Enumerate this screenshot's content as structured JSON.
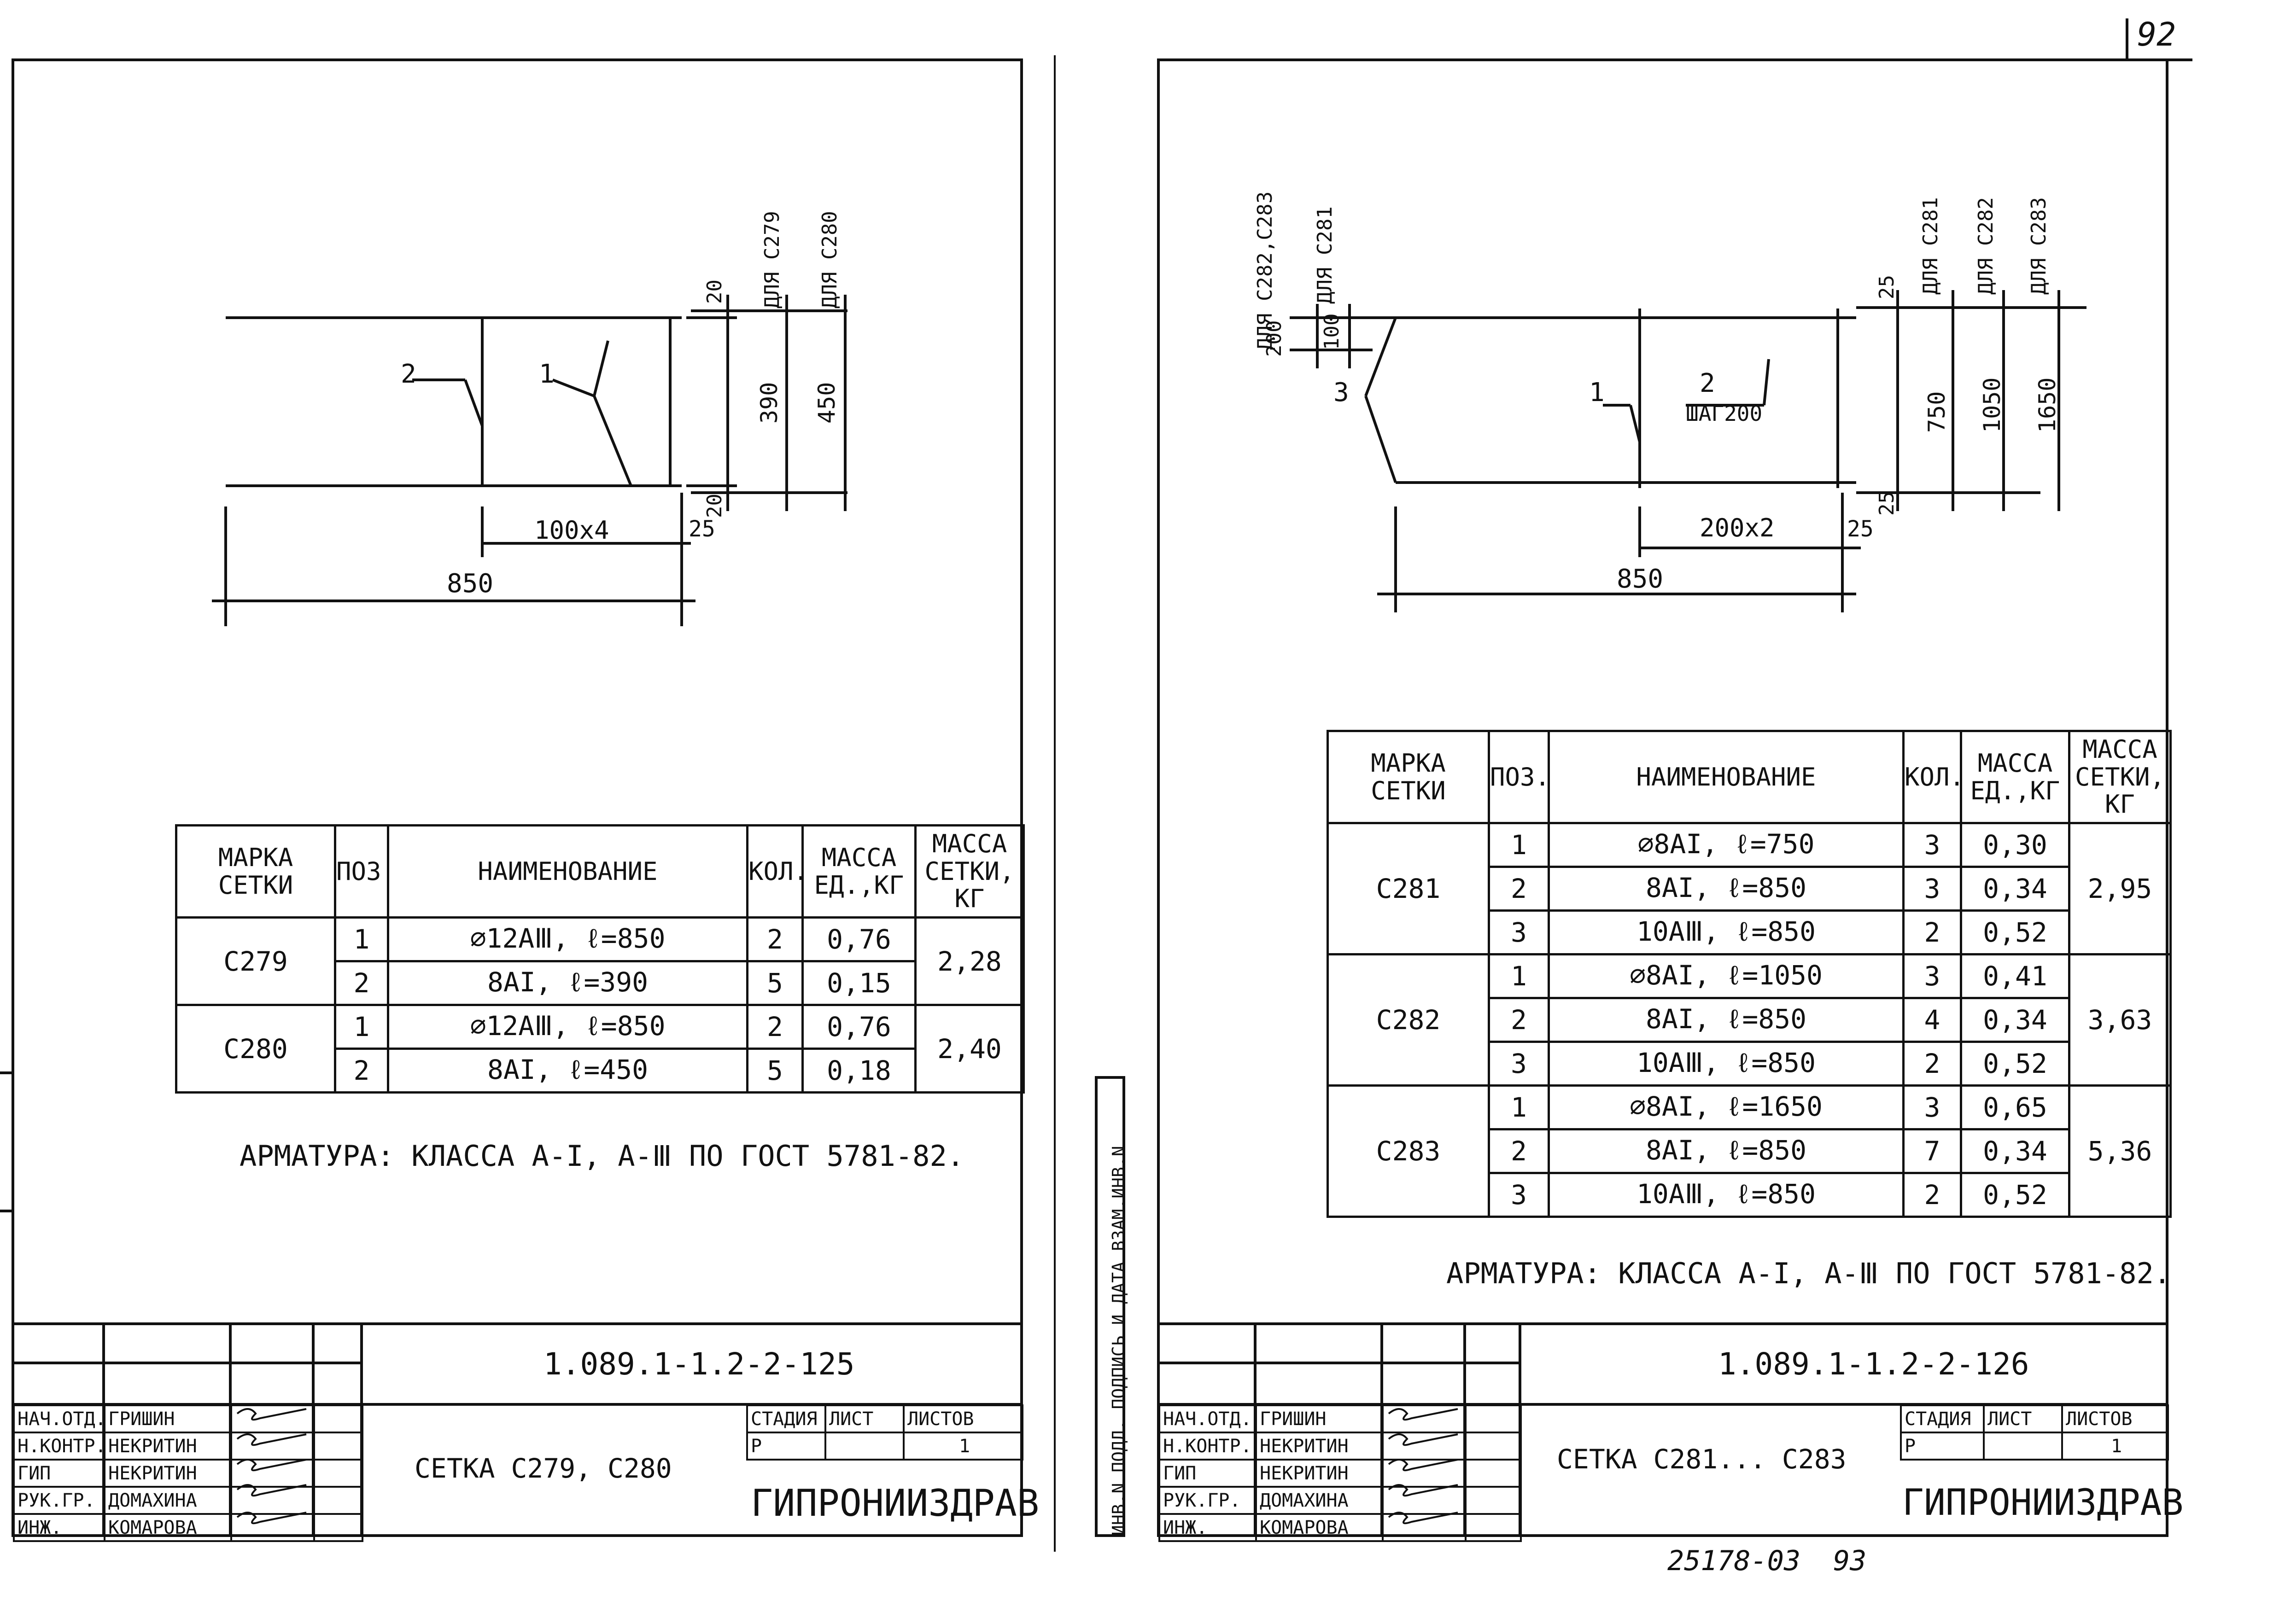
{
  "page_number": "92",
  "bottom_code": "25178-03",
  "bottom_number": "93",
  "side_stamp": "ИНВ.N ПОДЛ. ПОДПИСЬ И ДАТА ВЗАМ.ИНВ.N",
  "left_sheet": {
    "drawing": {
      "labels": {
        "pos1": "1",
        "pos2": "2",
        "for_a": "ДЛЯ С279",
        "for_b": "ДЛЯ С280"
      },
      "dims": {
        "top": "20",
        "mid": "390",
        "full": "450",
        "bottom": "20",
        "step": "100x4",
        "edge": "25",
        "width": "850"
      }
    },
    "table": {
      "headers": {
        "mark": "МАРКА СЕТКИ",
        "pos": "ПОЗ.",
        "name": "НАИМЕНОВАНИЕ",
        "qty": "КОЛ.",
        "unit_mass": "МАССА ЕД.,КГ",
        "mesh_mass": "МАССА СЕТКИ, КГ"
      },
      "groups": [
        {
          "mark": "С279",
          "mesh_mass": "2,28",
          "rows": [
            {
              "pos": "1",
              "name": "∅12АⅢ,  ℓ=850",
              "qty": "2",
              "unit_mass": "0,76"
            },
            {
              "pos": "2",
              "name": "8АI,  ℓ=390",
              "qty": "5",
              "unit_mass": "0,15"
            }
          ]
        },
        {
          "mark": "С280",
          "mesh_mass": "2,40",
          "rows": [
            {
              "pos": "1",
              "name": "∅12АⅢ,  ℓ=850",
              "qty": "2",
              "unit_mass": "0,76"
            },
            {
              "pos": "2",
              "name": "8АI,  ℓ=450",
              "qty": "5",
              "unit_mass": "0,18"
            }
          ]
        }
      ]
    },
    "note": "АРМАТУРА: КЛАССА  А-I,  А-Ⅲ  ПО ГОСТ 5781-82.",
    "title_block": {
      "code": "1.089.1-1.2-2-125",
      "title": "СЕТКА    С279, С280",
      "stage_label": "СТАДИЯ",
      "sheet_label": "ЛИСТ",
      "sheets_label": "ЛИСТОВ",
      "stage": "Р",
      "sheets": "1",
      "org": "ГИПРОНИИЗДРАВ",
      "staff": [
        {
          "role": "НАЧ.ОТД.",
          "name": "ГРИШИН"
        },
        {
          "role": "Н.КОНТР.",
          "name": "НЕКРИТИН"
        },
        {
          "role": "ГИП",
          "name": "НЕКРИТИН"
        },
        {
          "role": "РУК.ГР.",
          "name": "ДОМАХИНА"
        },
        {
          "role": "ИНЖ.",
          "name": "КОМАРОВА"
        }
      ]
    }
  },
  "right_sheet": {
    "drawing": {
      "labels": {
        "pos1": "1",
        "pos2": "2",
        "step_note": "ШАГ200",
        "pos3": "3",
        "for_282_283": "ДЛЯ С282,С283",
        "for_281": "ДЛЯ С281",
        "for_c281": "ДЛЯ С281",
        "for_c282": "ДЛЯ С282",
        "for_c283": "ДЛЯ С283"
      },
      "dims": {
        "d200": "200",
        "d100": "100",
        "top": "25",
        "d750": "750",
        "d1050": "1050",
        "d1650": "1650",
        "bottom": "25",
        "step": "200x2",
        "edge": "25",
        "width": "850"
      }
    },
    "table": {
      "headers": {
        "mark": "МАРКА СЕТКИ",
        "pos": "ПОЗ.",
        "name": "НАИМЕНОВАНИЕ",
        "qty": "КОЛ.",
        "unit_mass": "МАССА ЕД.,КГ",
        "mesh_mass": "МАССА СЕТКИ, КГ"
      },
      "groups": [
        {
          "mark": "С281",
          "mesh_mass": "2,95",
          "rows": [
            {
              "pos": "1",
              "name": "∅8АI,   ℓ=750",
              "qty": "3",
              "unit_mass": "0,30"
            },
            {
              "pos": "2",
              "name": "8АI,   ℓ=850",
              "qty": "3",
              "unit_mass": "0,34"
            },
            {
              "pos": "3",
              "name": "10АⅢ,  ℓ=850",
              "qty": "2",
              "unit_mass": "0,52"
            }
          ]
        },
        {
          "mark": "С282",
          "mesh_mass": "3,63",
          "rows": [
            {
              "pos": "1",
              "name": "∅8АI,   ℓ=1050",
              "qty": "3",
              "unit_mass": "0,41"
            },
            {
              "pos": "2",
              "name": "8АI,   ℓ=850",
              "qty": "4",
              "unit_mass": "0,34"
            },
            {
              "pos": "3",
              "name": "10АⅢ,  ℓ=850",
              "qty": "2",
              "unit_mass": "0,52"
            }
          ]
        },
        {
          "mark": "С283",
          "mesh_mass": "5,36",
          "rows": [
            {
              "pos": "1",
              "name": "∅8АI,   ℓ=1650",
              "qty": "3",
              "unit_mass": "0,65"
            },
            {
              "pos": "2",
              "name": "8АI,   ℓ=850",
              "qty": "7",
              "unit_mass": "0,34"
            },
            {
              "pos": "3",
              "name": "10АⅢ,  ℓ=850",
              "qty": "2",
              "unit_mass": "0,52"
            }
          ]
        }
      ]
    },
    "note": "АРМАТУРА: КЛАССА  А-I, А-Ⅲ ПО ГОСТ 5781-82.",
    "title_block": {
      "code": "1.089.1-1.2-2-126",
      "title": "СЕТКА   С281... С283",
      "stage_label": "СТАДИЯ",
      "sheet_label": "ЛИСТ",
      "sheets_label": "ЛИСТОВ",
      "stage": "Р",
      "sheets": "1",
      "org": "ГИПРОНИИЗДРАВ",
      "staff": [
        {
          "role": "НАЧ.ОТД.",
          "name": "ГРИШИН"
        },
        {
          "role": "Н.КОНТР.",
          "name": "НЕКРИТИН"
        },
        {
          "role": "ГИП",
          "name": "НЕКРИТИН"
        },
        {
          "role": "РУК.ГР.",
          "name": "ДОМАХИНА"
        },
        {
          "role": "ИНЖ.",
          "name": "КОМАРОВА"
        }
      ]
    }
  }
}
